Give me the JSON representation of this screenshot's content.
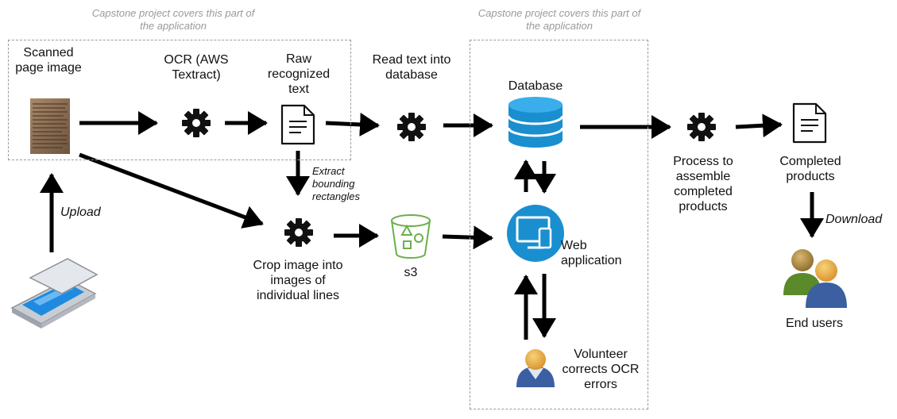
{
  "captions": {
    "left": "Capstone project covers this part of the application",
    "right": "Capstone project covers this part of the application"
  },
  "nodes": {
    "scanned": "Scanned page image",
    "ocr": "OCR (AWS Textract)",
    "raw": "Raw recognized text",
    "read": "Read text into database",
    "database": "Database",
    "process": "Process to assemble completed products",
    "completed": "Completed products",
    "crop": "Crop image into images of individual lines",
    "s3": "s3",
    "webapp": "Web application",
    "volunteer": "Volunteer corrects OCR errors",
    "endusers": "End users"
  },
  "edges": {
    "upload": "Upload",
    "extract": "Extract bounding rectangles",
    "download": "Download"
  },
  "colors": {
    "gear": "#111111",
    "dashed_border": "#9a9a9a",
    "caption": "#9a9a9a",
    "database": "#1a8fd0",
    "webapp": "#1a8fd0",
    "s3": "#6ab04c",
    "scanner": "#1e8be0",
    "user_body": "#3b5fa0",
    "user_head": "#e8a640"
  },
  "icons": {
    "scanned": "scanned-page-thumbnail",
    "ocr": "gear-icon",
    "raw": "document-icon",
    "read": "gear-icon",
    "database": "database-icon",
    "process": "gear-icon",
    "completed": "document-icon",
    "crop": "gear-icon",
    "s3": "bucket-icon",
    "webapp": "devices-icon",
    "volunteer": "person-icon",
    "endusers": "users-icon",
    "scanner": "scanner-icon"
  }
}
